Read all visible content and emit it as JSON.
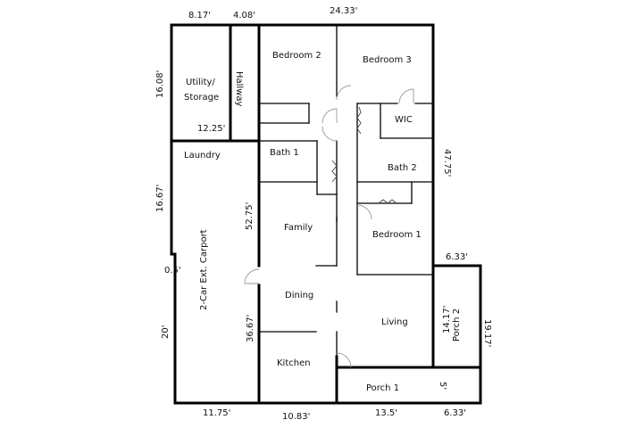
{
  "rooms": {
    "bedroom_2": "Bedroom 2",
    "bedroom_3": "Bedroom 3",
    "utility": "Utility/",
    "storage": "Storage",
    "hallway": "Hallway",
    "wic": "WIC",
    "bath_1": "Bath 1",
    "bath_2": "Bath 2",
    "laundry": "Laundry",
    "family": "Family",
    "bedroom_1": "Bedroom 1",
    "carport": "2-Car Ext. Carport",
    "dining": "Dining",
    "living": "Living",
    "kitchen": "Kitchen",
    "porch_1": "Porch 1",
    "porch_2": "Porch 2"
  },
  "dimensions": {
    "top_utility": "8.17'",
    "top_hallway": "4.08'",
    "top_overall": "24.33'",
    "left_utility": "16.08'",
    "utility_inner": "12.25'",
    "right_upper": "47.75'",
    "left_laundry": "16.67'",
    "center_upper": "52.75'",
    "right_porch2_top": "6.33'",
    "left_jog": "0.5'",
    "porch2_inner": "14.17'",
    "right_porch2": "19.17'",
    "left_lower": "20'",
    "center_lower": "36.67'",
    "porch1_side": "5'",
    "bottom_carport": "11.75'",
    "bottom_kitchen": "10.83'",
    "bottom_porch1": "13.5'",
    "bottom_porch2": "6.33'"
  }
}
